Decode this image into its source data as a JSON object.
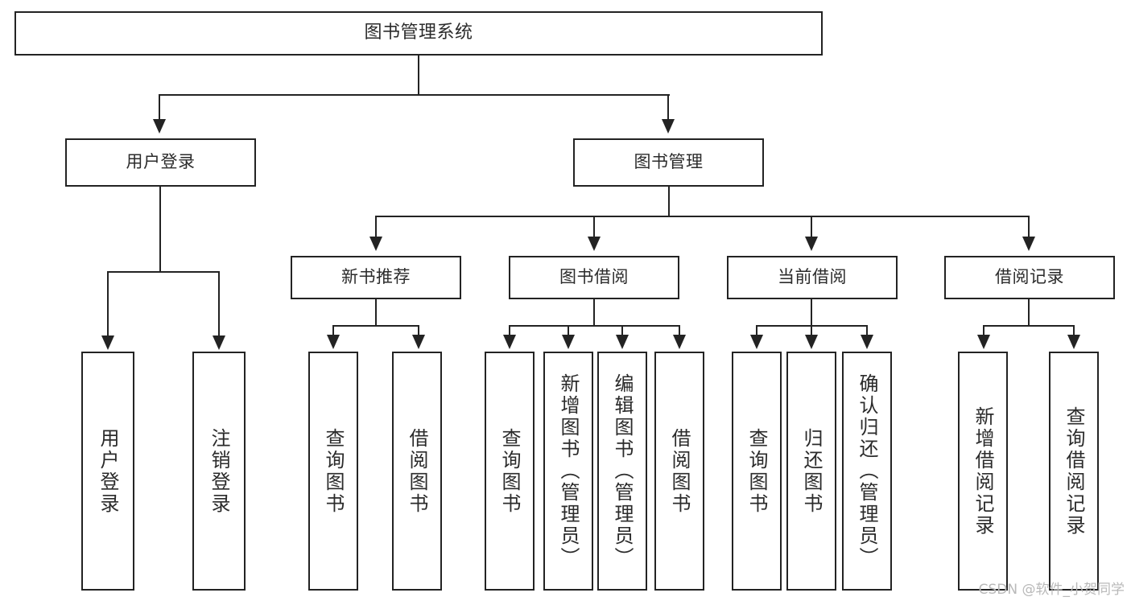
{
  "diagram": {
    "title": "图书管理系统",
    "type": "tree-hierarchy-chart",
    "root": {
      "label": "图书管理系统"
    },
    "level1": [
      {
        "label": "用户登录"
      },
      {
        "label": "图书管理"
      }
    ],
    "level2": [
      {
        "label": "新书推荐"
      },
      {
        "label": "图书借阅"
      },
      {
        "label": "当前借阅"
      },
      {
        "label": "借阅记录"
      }
    ],
    "leaves": {
      "user_login": [
        {
          "label": "用户登录"
        },
        {
          "label": "注销登录"
        }
      ],
      "new_book_recommend": [
        {
          "label": "查询图书"
        },
        {
          "label": "借阅图书"
        }
      ],
      "book_borrow": [
        {
          "label": "查询图书"
        },
        {
          "label": "新增图书（管理员）"
        },
        {
          "label": "编辑图书（管理员）"
        },
        {
          "label": "借阅图书"
        }
      ],
      "current_borrow": [
        {
          "label": "查询图书"
        },
        {
          "label": "归还图书"
        },
        {
          "label": "确认归还（管理员）"
        }
      ],
      "borrow_record": [
        {
          "label": "新增借阅记录"
        },
        {
          "label": "查询借阅记录"
        }
      ]
    }
  },
  "watermark": {
    "text": "CSDN @软件_小贺同学"
  },
  "colors": {
    "stroke": "#232323",
    "text": "#2b2b2b",
    "background": "#ffffff",
    "watermark": "#b9b9b9"
  }
}
